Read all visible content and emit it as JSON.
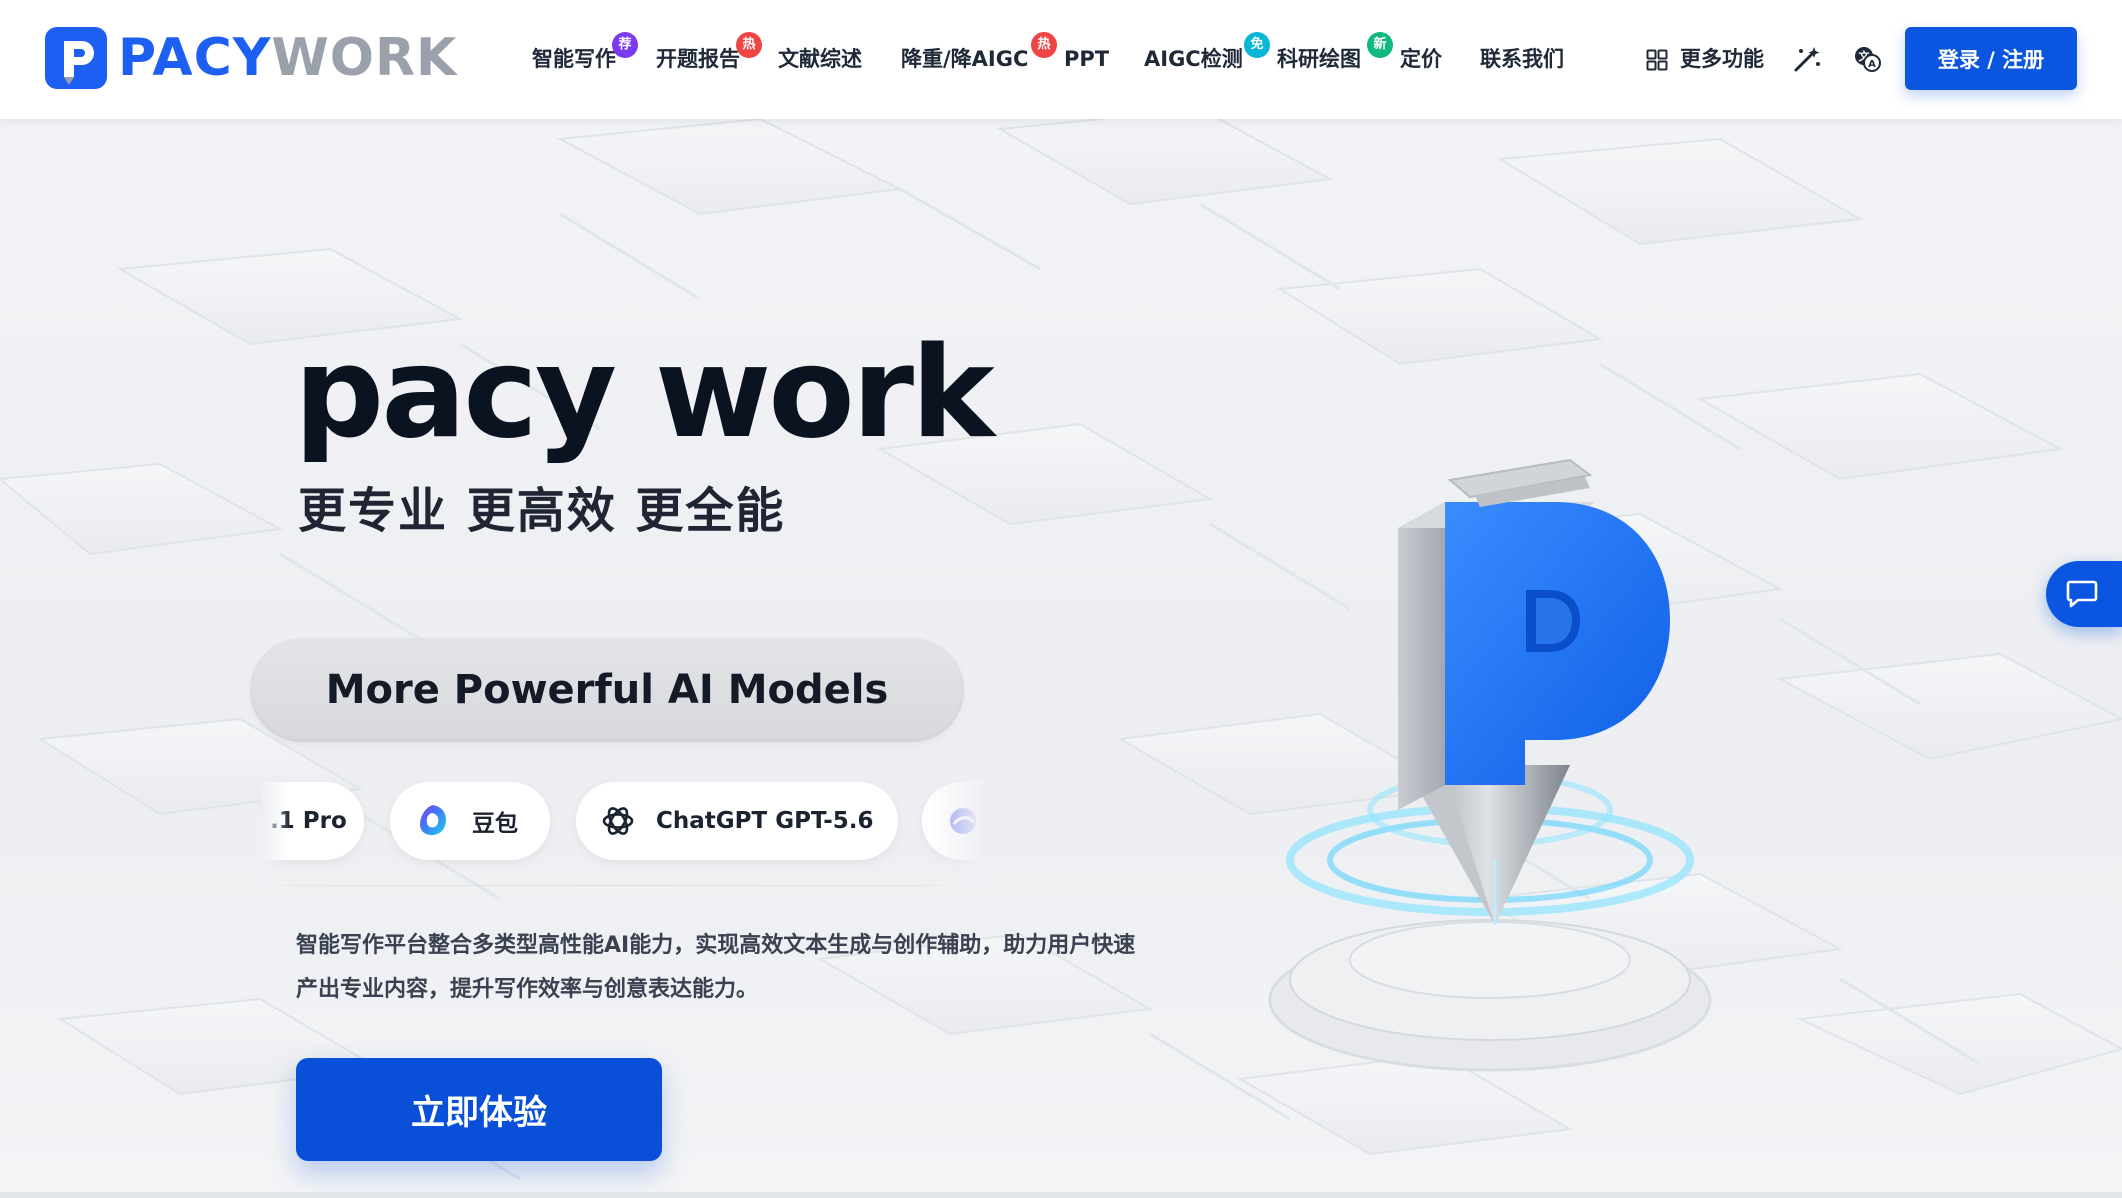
{
  "brand": {
    "logo_part1": "PACY",
    "logo_part2": "WORK",
    "primary_color": "#0a56e0"
  },
  "nav": {
    "items": [
      {
        "label": "智能写作",
        "badge": "荐",
        "badge_color": "#7c3aed"
      },
      {
        "label": "开题报告",
        "badge": "热",
        "badge_color": "#ef4444"
      },
      {
        "label": "文献综述",
        "badge": "",
        "badge_color": ""
      },
      {
        "label": "降重/降AIGC",
        "badge": "热",
        "badge_color": "#ef4444"
      },
      {
        "label": "PPT",
        "badge": "",
        "badge_color": ""
      },
      {
        "label": "AIGC检测",
        "badge": "免",
        "badge_color": "#06b6d4"
      },
      {
        "label": "科研绘图",
        "badge": "新",
        "badge_color": "#10b981"
      },
      {
        "label": "定价",
        "badge": "",
        "badge_color": ""
      },
      {
        "label": "联系我们",
        "badge": "",
        "badge_color": ""
      }
    ],
    "more_label": "更多功能",
    "login_label": "登录 / 注册"
  },
  "hero": {
    "title": "pacy work",
    "subtitle": "更专业 更高效 更全能",
    "banner": "More Powerful AI Models",
    "models": [
      {
        "label": ".1 Pro",
        "icon": "gemini-icon"
      },
      {
        "label": "豆包",
        "icon": "doubao-icon"
      },
      {
        "label": "ChatGPT GPT-5.6",
        "icon": "openai-icon"
      },
      {
        "label": "",
        "icon": "next-model-icon"
      }
    ],
    "description": "智能写作平台整合多类型高性能AI能力，实现高效文本生成与创作辅助，助力用户快速产出专业内容，提升写作效率与创意表达能力。",
    "cta_label": "立即体验"
  }
}
